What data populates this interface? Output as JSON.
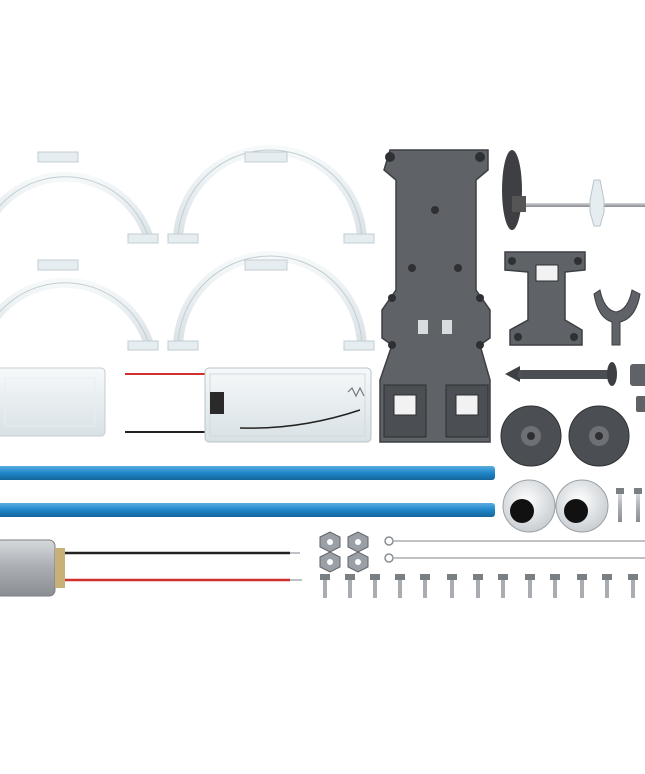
{
  "scene": {
    "background": "#ffffff",
    "kit_parts": [
      "transparent-arch-leg",
      "battery-holder",
      "transparent-cover",
      "gray-chassis-plate",
      "axle-with-crank-disc",
      "motor-mount-bracket",
      "clip-holder",
      "plastic-shaft",
      "wheel-pulley",
      "googly-eye",
      "blue-rod",
      "dc-motor",
      "hex-nut",
      "screw",
      "wire-link"
    ],
    "colors": {
      "plastic_gray": "#5f6266",
      "plastic_gray_dark": "#3d3f43",
      "transparent_part": "#dfe7ea",
      "rod_blue": "#1f86c8",
      "wire_red": "#d0312d",
      "wire_black": "#222222",
      "metal": "#a9adb2"
    }
  }
}
